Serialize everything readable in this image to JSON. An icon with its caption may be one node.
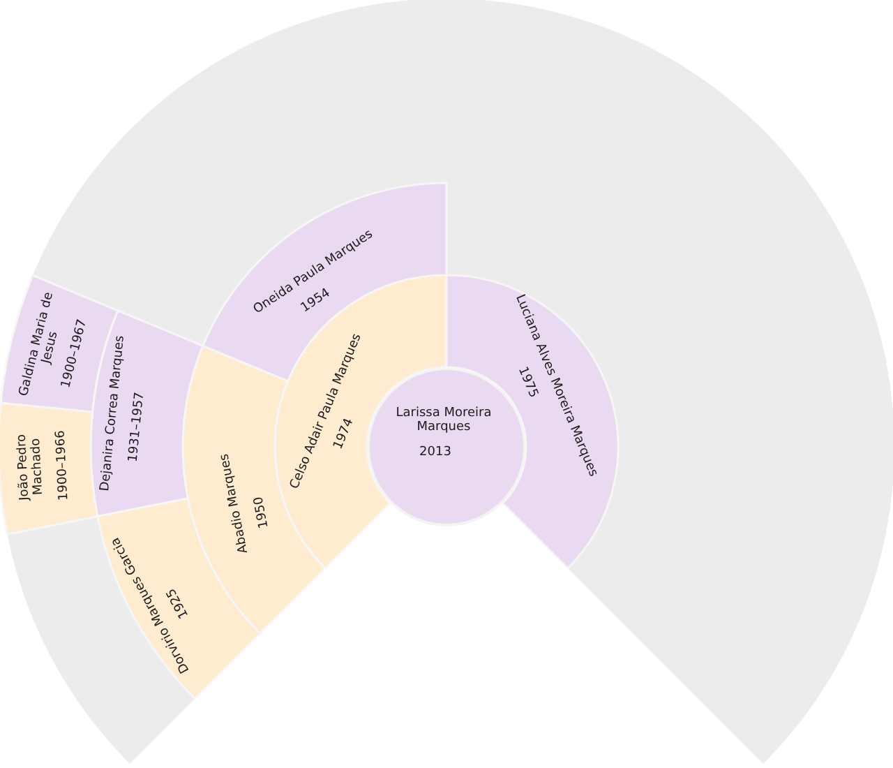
{
  "diagram": {
    "nodes": [
      {
        "text": [
          "Larissa Moreira Marques",
          "2013"
        ]
      },
      {
        "text": [
          "Celso Adair Paula Marques",
          "1974"
        ]
      },
      {
        "text": [
          "Luciana Alves Moreira Marques",
          "1975"
        ]
      },
      {
        "text": [
          "Abadio Marques",
          "1950"
        ]
      },
      {
        "text": [
          "Oneida Paula Marques",
          "1954"
        ]
      },
      {
        "text": [
          "Dorvirio Marques Garcia",
          "1925"
        ]
      },
      {
        "text": [
          "Dejanira Correa Marques",
          "1931–1957"
        ]
      },
      {
        "text": [
          "João Pedro Machado",
          "1900–1966"
        ]
      },
      {
        "text": [
          "Galdina Maria de Jesus",
          "1900–1967"
        ]
      }
    ]
  }
}
